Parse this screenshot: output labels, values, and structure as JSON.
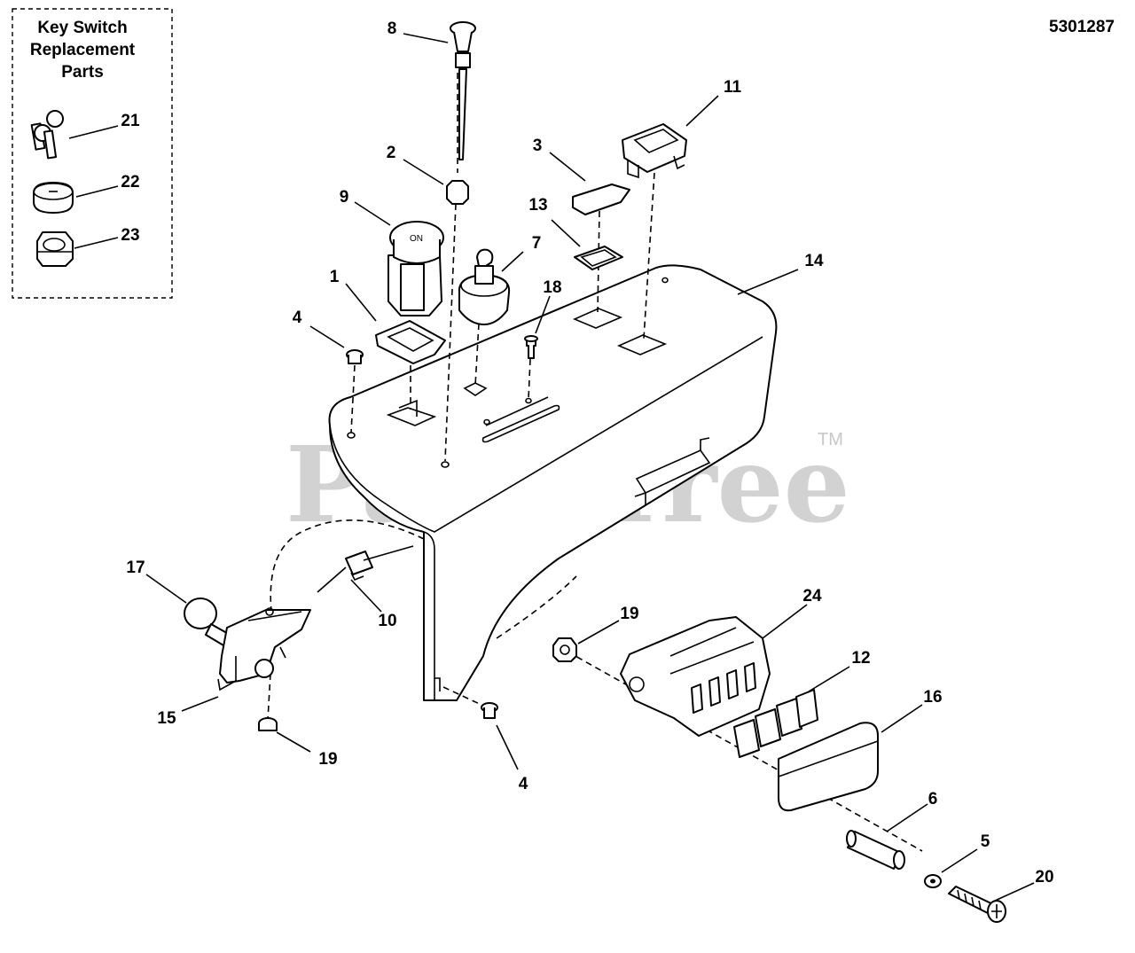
{
  "drawing_number": "5301287",
  "kit_box": {
    "title_lines": [
      "Key Switch",
      "Replacement",
      "Parts"
    ]
  },
  "watermark": {
    "text": "PartsTree",
    "mark": "TM"
  },
  "callouts": [
    {
      "id": "c1",
      "label": "1"
    },
    {
      "id": "c2",
      "label": "2"
    },
    {
      "id": "c3",
      "label": "3"
    },
    {
      "id": "c4a",
      "label": "4"
    },
    {
      "id": "c4b",
      "label": "4"
    },
    {
      "id": "c5",
      "label": "5"
    },
    {
      "id": "c6",
      "label": "6"
    },
    {
      "id": "c7",
      "label": "7"
    },
    {
      "id": "c8",
      "label": "8"
    },
    {
      "id": "c9",
      "label": "9"
    },
    {
      "id": "c10",
      "label": "10"
    },
    {
      "id": "c11",
      "label": "11"
    },
    {
      "id": "c12",
      "label": "12"
    },
    {
      "id": "c13",
      "label": "13"
    },
    {
      "id": "c14",
      "label": "14"
    },
    {
      "id": "c15",
      "label": "15"
    },
    {
      "id": "c16",
      "label": "16"
    },
    {
      "id": "c17",
      "label": "17"
    },
    {
      "id": "c18",
      "label": "18"
    },
    {
      "id": "c19a",
      "label": "19"
    },
    {
      "id": "c19b",
      "label": "19"
    },
    {
      "id": "c20",
      "label": "20"
    },
    {
      "id": "c21",
      "label": "21"
    },
    {
      "id": "c22",
      "label": "22"
    },
    {
      "id": "c23",
      "label": "23"
    },
    {
      "id": "c24",
      "label": "24"
    }
  ]
}
